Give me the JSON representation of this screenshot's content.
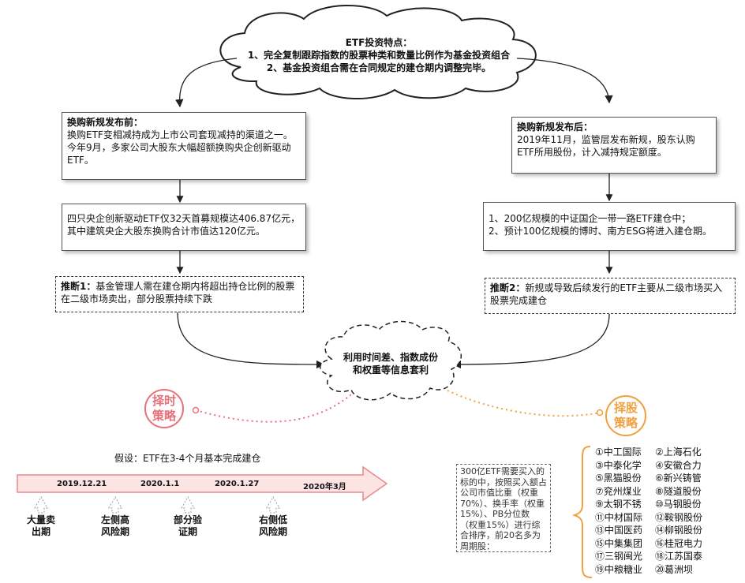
{
  "top_cloud": {
    "title": "ETF投资特点：",
    "line1": "1、完全复制跟踪指数的股票种类和数量比例作为基金投资组合",
    "line2": "2、基金投资组合需在合同规定的建仓期内调整完毕。"
  },
  "left_col": {
    "box1_title": "换购新规发布前：",
    "box1_body": "换购ETF变相减持成为上市公司套现减持的渠道之一。今年9月，多家公司大股东大幅超额换购央企创新驱动ETF。",
    "box2_body": "四只央企创新驱动ETF仅32天首募规模达406.87亿元，其中建筑央企大股东换购合计市值达120亿元。",
    "box3_title": "推断1：",
    "box3_body": "基金管理人需在建仓期内将超出持仓比例的股票在二级市场卖出，部分股票持续下跌"
  },
  "right_col": {
    "box1_title": "换购新规发布后：",
    "box1_body": "2019年11月，监管层发布新规，股东认购ETF所用股份，计入减持规定额度。",
    "box2_line1": "1、200亿规模的中证国企一带一路ETF建仓中；",
    "box2_line2": "2、预计100亿规模的博时、南方ESG将进入建仓期。",
    "box3_title": "推断2：",
    "box3_body": "新规或导致后续发行的ETF主要从二级市场买入股票完成建仓"
  },
  "center_cloud": {
    "line1": "利用时间差、指数成份",
    "line2": "和权重等信息套利"
  },
  "timing": {
    "line1": "择时",
    "line2": "策略"
  },
  "stock_pick": {
    "line1": "择股",
    "line2": "策略"
  },
  "timeline": {
    "assumption": "假设：ETF在3-4个月基本完成建仓",
    "dates": [
      "2019.12.21",
      "2020.1.1",
      "2020.1.27",
      "2020年3月"
    ],
    "labels": [
      [
        "大量卖",
        "出期"
      ],
      [
        "左侧高",
        "风险期"
      ],
      [
        "部分验",
        "证期"
      ],
      [
        "右侧低",
        "风险期"
      ]
    ]
  },
  "note": "300亿ETF需要买入的标的中，按照买入额占公司市值比重（权重70%）、换手率（权重15%）、PB分位数（权重15%）进行综合排序，前20名多为周期股：",
  "stocks_left": [
    "①中工国际",
    "③中泰化学",
    "⑤黑猫股份",
    "⑦兖州煤业",
    "⑨太钢不锈",
    "⑪中材国际",
    "⑬中国医药",
    "⑮中集集团",
    "⑰三钢闽光",
    "⑲中粮糖业"
  ],
  "stocks_right": [
    "②上海石化",
    "④安徽合力",
    "⑥新兴铸管",
    "⑧隧道股份",
    "⑩马钢股份",
    "⑫鞍钢股份",
    "⑭柳钢股份",
    "⑯桂冠电力",
    "⑱江苏国泰",
    "⑳葛洲坝"
  ],
  "colors": {
    "timing_accent": "#e8707a",
    "stock_accent": "#f0a040",
    "timeline_fill": "#fce4e4",
    "timeline_stroke": "#e88a8a"
  }
}
